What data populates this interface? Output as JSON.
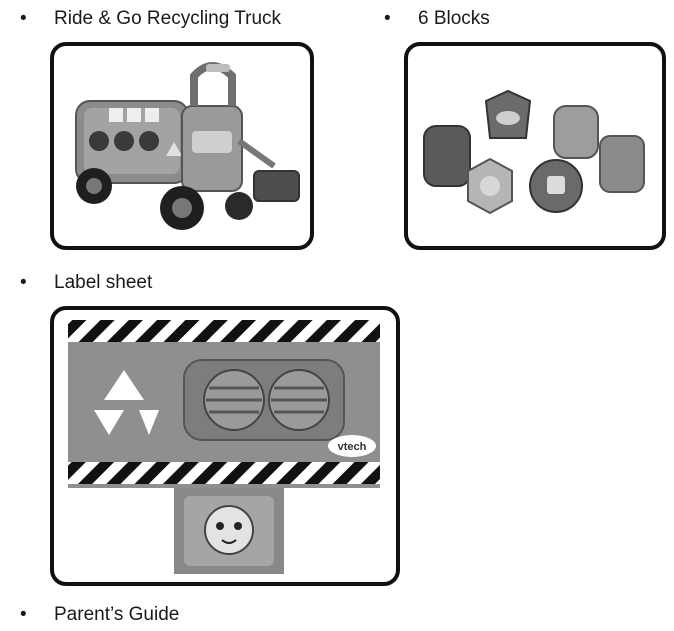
{
  "items": [
    {
      "bullet": "•",
      "label": "Ride & Go Recycling Truck"
    },
    {
      "bullet": "•",
      "label": "6 Blocks"
    },
    {
      "bullet": "•",
      "label": "Label sheet"
    },
    {
      "bullet": "•",
      "label": "Parent’s Guide"
    }
  ],
  "label_sheet": {
    "brand_logo_text": "vtech"
  },
  "images": [
    {
      "subject": "recycling-truck-toy"
    },
    {
      "subject": "six-shape-blocks"
    },
    {
      "subject": "label-sheet-artwork"
    }
  ]
}
